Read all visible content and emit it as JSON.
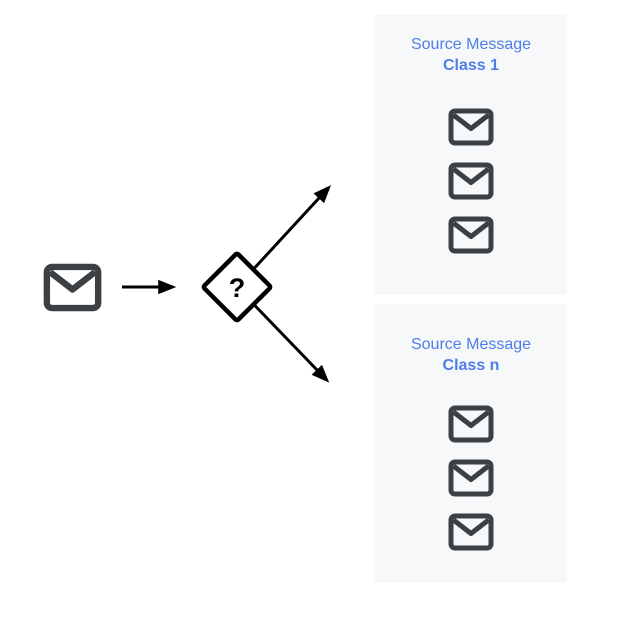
{
  "input": {
    "icon": "email-icon"
  },
  "classifier": {
    "symbol": "?",
    "shape": "diamond"
  },
  "panels": [
    {
      "title_line1": "Source Message",
      "title_line2": "Class 1",
      "message_icon": "email-icon",
      "message_count": 3
    },
    {
      "title_line1": "Source Message",
      "title_line2": "Class n",
      "message_icon": "email-icon",
      "message_count": 3
    }
  ],
  "colors": {
    "label_blue": "#4e7ee9",
    "panel_background": "#f6f8fa",
    "icon_gray": "#3b4045",
    "arrow_black": "#000000"
  }
}
